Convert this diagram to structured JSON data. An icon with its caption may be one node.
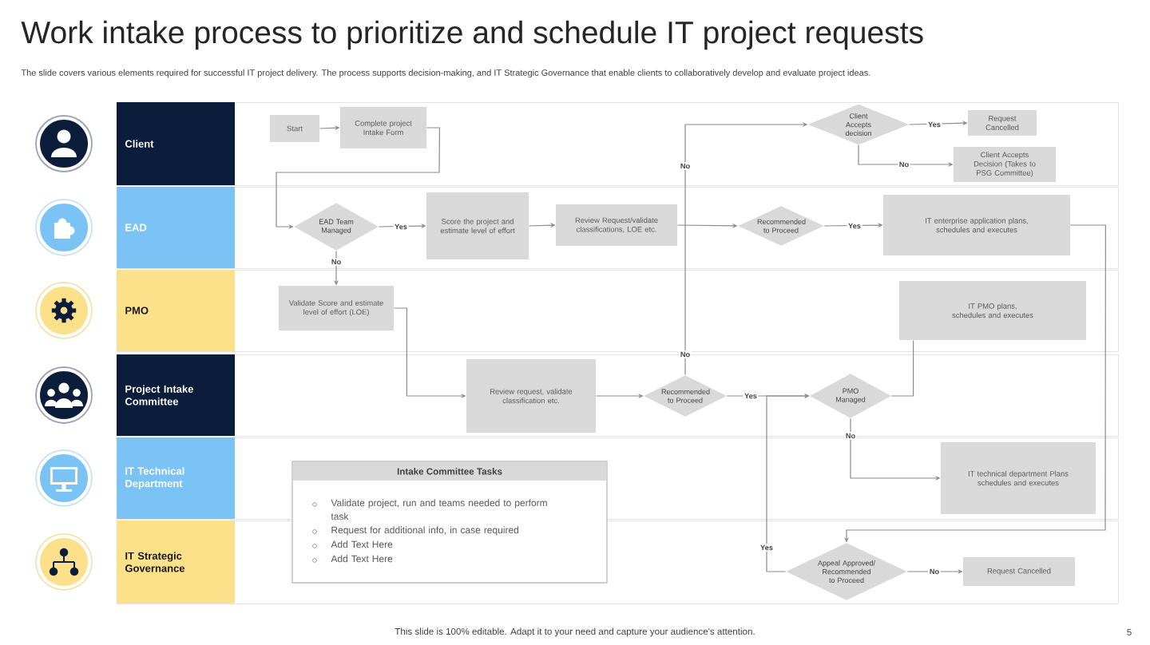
{
  "diagram": {
    "title": "Work intake process to prioritize and schedule IT project requests",
    "nodes": [
      {
        "text": [
          "Client"
        ]
      },
      {
        "text": [
          "EAD"
        ]
      },
      {
        "text": [
          "PMO"
        ]
      },
      {
        "text": [
          "Project Intake Committee"
        ]
      },
      {
        "text": [
          "IT Technical Department"
        ]
      },
      {
        "text": [
          "IT Strategic Governance"
        ]
      },
      {
        "text": [
          "Start"
        ],
        "in": 0
      },
      {
        "text": [
          "Complete project Intake Form"
        ],
        "in": 0
      },
      {
        "text": [
          "Client Accepts decision"
        ],
        "in": 0
      },
      {
        "text": [
          "Request Cancelled"
        ],
        "in": 0
      },
      {
        "text": [
          "Client Accepts Decision (Takes to PSG Committee)"
        ],
        "in": 0
      },
      {
        "text": [
          "EAD Team Managed"
        ],
        "in": 1
      },
      {
        "text": [
          "Score the project and estimate level of effort"
        ],
        "in": 1
      },
      {
        "text": [
          "Review Request/validate classifications, LOE etc."
        ],
        "in": 1
      },
      {
        "text": [
          "Recommended to Proceed"
        ],
        "in": 1
      },
      {
        "text": [
          "IT enterprise application plans, schedules and executes"
        ],
        "in": 1
      },
      {
        "text": [
          "Validate Score and estimate level of effort (LOE)"
        ],
        "in": 2
      },
      {
        "text": [
          "IT PMO plans, schedules and executes"
        ],
        "in": 2
      },
      {
        "text": [
          "Review request, validate classification etc."
        ],
        "in": 3
      },
      {
        "text": [
          "Recommended to Proceed"
        ],
        "in": 3
      },
      {
        "text": [
          "PMO Managed"
        ],
        "in": 3
      },
      {
        "text": [
          "IT technical department Plans schedules and executes"
        ],
        "in": 4
      },
      {
        "text": [
          "Intake Committee Tasks",
          "Validate project, run and teams needed to perform task",
          "Request for additional info, in case required",
          "Add Text Here",
          "Add Text Here"
        ]
      },
      {
        "text": [
          "Appeal Approved/ Recommended to Proceed"
        ],
        "in": 5
      },
      {
        "text": [
          "Request Cancelled"
        ],
        "in": 5
      }
    ],
    "edges": [
      {
        "from": 6,
        "to": 7,
        "arrow": "to"
      },
      {
        "from": 7,
        "to": 11,
        "arrow": "to"
      },
      {
        "from": 11,
        "to": 12,
        "arrow": "to",
        "label": "Yes"
      },
      {
        "from": 12,
        "to": 13,
        "arrow": "to"
      },
      {
        "from": 13,
        "to": 14,
        "arrow": "to"
      },
      {
        "from": 14,
        "to": 15,
        "arrow": "to",
        "label": "Yes"
      },
      {
        "from": 11,
        "to": 16,
        "arrow": "to",
        "label": "No"
      },
      {
        "from": 16,
        "to": 18,
        "arrow": "to"
      },
      {
        "from": 18,
        "to": 19,
        "arrow": "to"
      },
      {
        "from": 19,
        "to": 20,
        "arrow": "to",
        "label": "Yes"
      },
      {
        "from": 19,
        "to": 8,
        "arrow": "to",
        "label": "No"
      },
      {
        "from": 8,
        "to": 9,
        "arrow": "to",
        "label": "Yes"
      },
      {
        "from": 8,
        "to": 10,
        "arrow": "to",
        "label": "No"
      },
      {
        "from": 20,
        "to": 17,
        "arrow": "none"
      },
      {
        "from": 20,
        "to": 21,
        "arrow": "to",
        "label": "No"
      },
      {
        "from": 15,
        "to": 23,
        "arrow": "to"
      },
      {
        "from": 23,
        "to": 20,
        "arrow": "to",
        "label": "Yes"
      },
      {
        "from": 23,
        "to": 24,
        "arrow": "to",
        "label": "No"
      }
    ],
    "labels": [
      "The slide covers various elements required for successful IT project delivery. The process supports decision-making, and IT Strategic Governance that enable clients to collaboratively develop and evaluate project ideas.",
      "No",
      "This slide is 100% editable. Adapt it to your need and capture your audience's attention.",
      "5"
    ]
  }
}
